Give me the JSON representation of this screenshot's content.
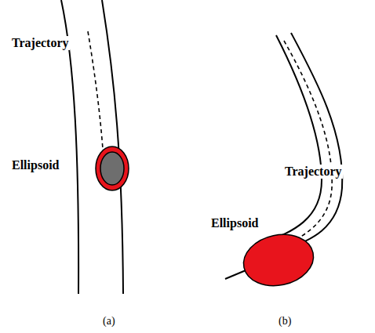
{
  "diagram": {
    "labels": [
      "Trajectory",
      "Ellipsoid",
      "Trajectory",
      "Ellipsoid",
      "(a)",
      "(b)"
    ]
  }
}
